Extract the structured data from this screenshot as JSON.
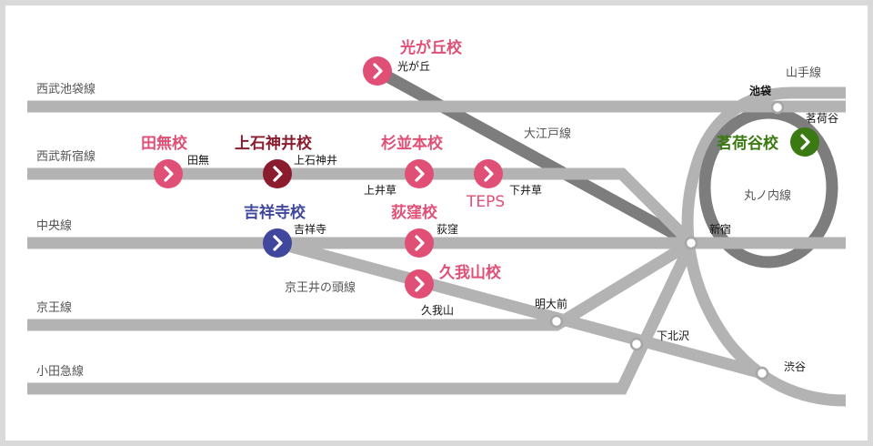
{
  "colors": {
    "school_pink": "#e05076",
    "school_darkred": "#8b1c2d",
    "school_blue": "#40479c",
    "school_green": "#3b7a12",
    "line_gray": "#b3b3b3",
    "line_dark": "#7d7d7d"
  },
  "lines": {
    "seibu_ikebukuro": "西武池袋線",
    "seibu_shinjuku": "西武新宿線",
    "chuo": "中央線",
    "keio": "京王線",
    "odakyu": "小田急線",
    "yamanote": "山手線",
    "oedo": "大江戸線",
    "marunouchi": "丸ノ内線",
    "inokashira": "京王井の頭線"
  },
  "stations": {
    "hikarigaoka": "光が丘",
    "ikebukuro": "池袋",
    "myogadani": "茗荷谷",
    "tanashi": "田無",
    "kamishakujii": "上石神井",
    "kamiigusa": "上井草",
    "shimoigusa": "下井草",
    "kichijoji": "吉祥寺",
    "ogikubo": "荻窪",
    "shinjuku": "新宿",
    "kugayama": "久我山",
    "meidaimae": "明大前",
    "shimokitazawa": "下北沢",
    "shibuya": "渋谷"
  },
  "schools": {
    "hikarigaoka": "光が丘校",
    "tanashi": "田無校",
    "kamishakujii": "上石神井校",
    "suginamihoncho": "杉並本校",
    "myogadani": "茗荷谷校",
    "kichijoji": "吉祥寺校",
    "ogikubo": "荻窪校",
    "kugayama": "久我山校",
    "teps": "TEPS"
  }
}
